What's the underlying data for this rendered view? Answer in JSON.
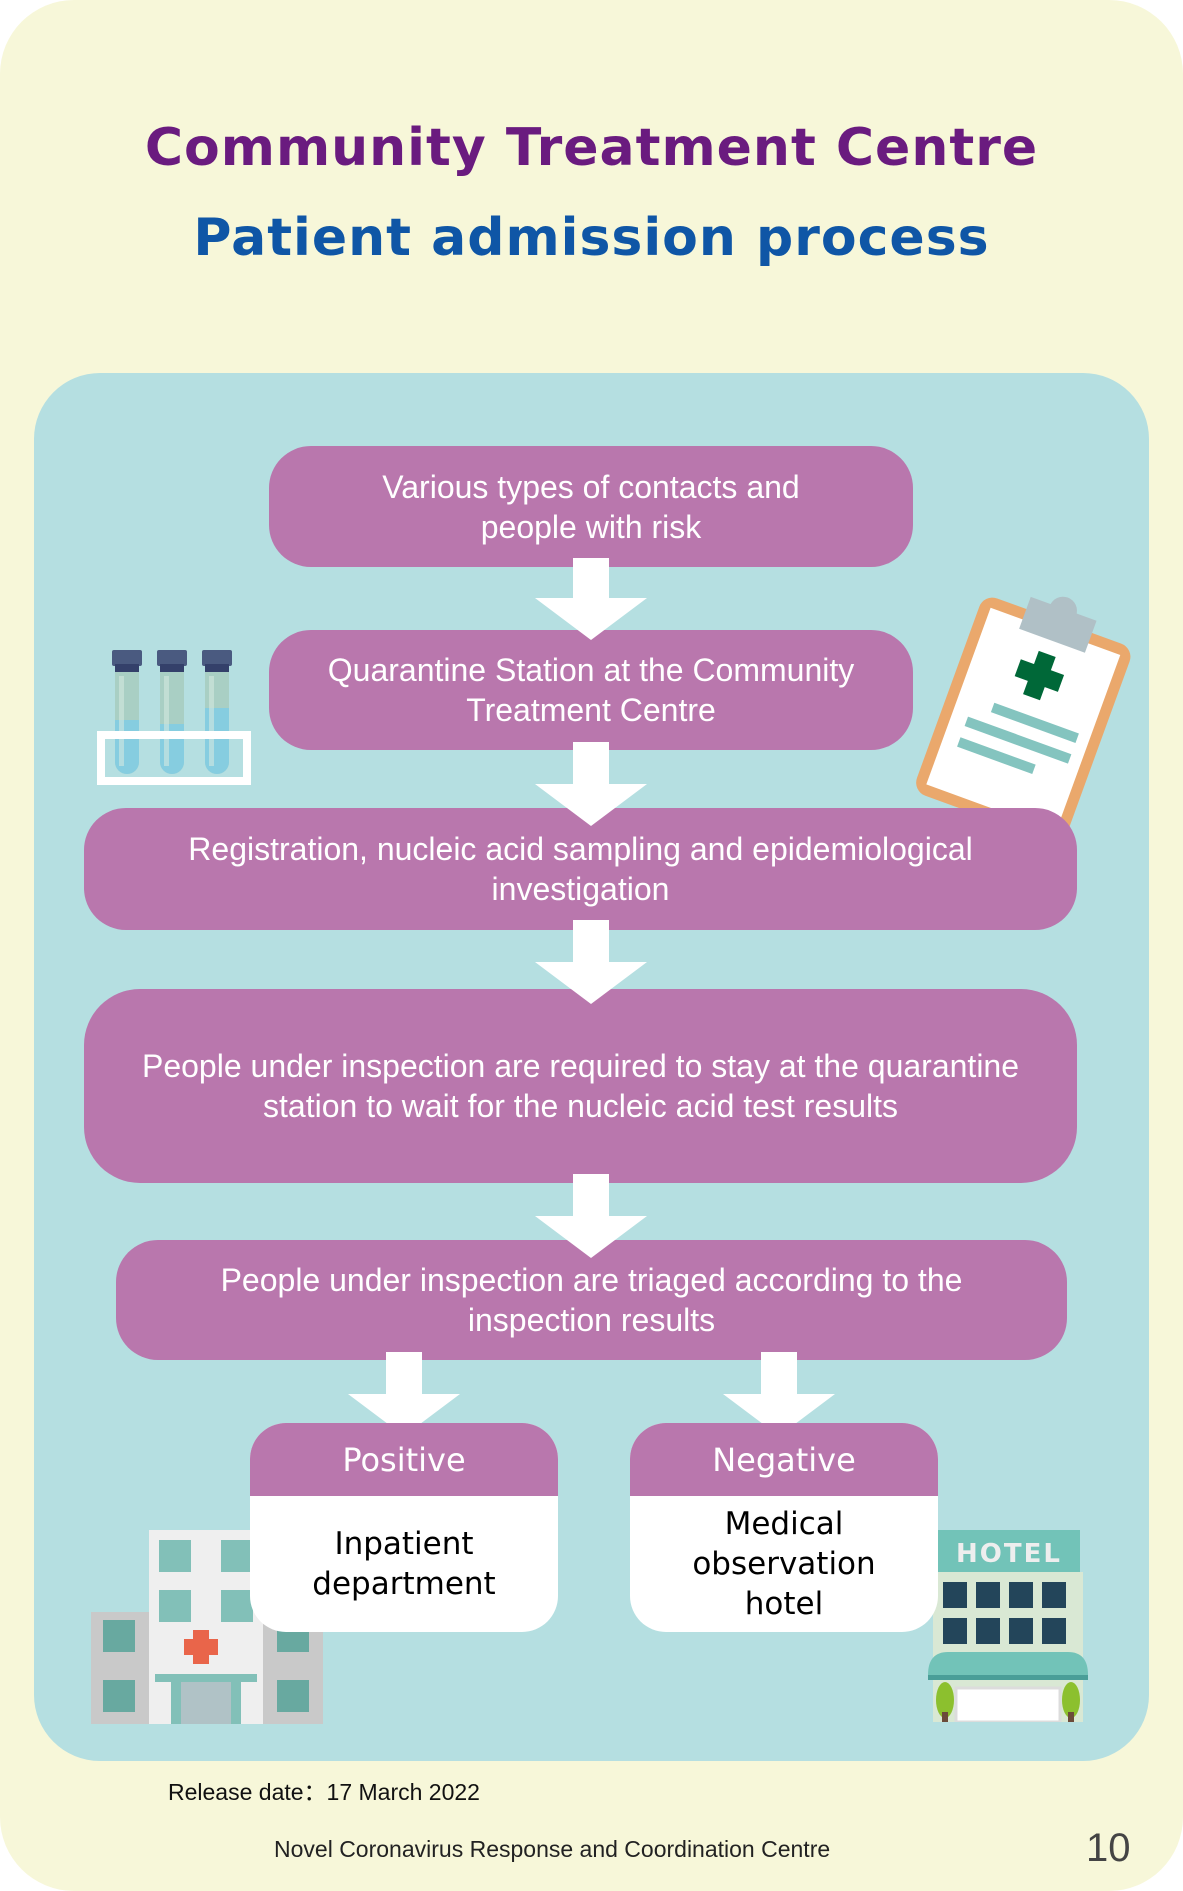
{
  "header": {
    "title": "Community Treatment Centre",
    "subtitle": "Patient admission process"
  },
  "flow": {
    "steps": [
      {
        "label": "Various types of contacts and people with risk"
      },
      {
        "label": "Quarantine Station at the Community Treatment Centre"
      },
      {
        "label": "Registration, nucleic acid sampling and epidemiological investigation"
      },
      {
        "label": "People under inspection are required to stay at the quarantine station to wait for the nucleic acid test results"
      },
      {
        "label": "People under inspection are triaged according to the inspection results"
      }
    ],
    "outcomes": [
      {
        "result": "Positive",
        "destination": "Inpatient department"
      },
      {
        "result": "Negative",
        "destination": "Medical observation hotel"
      }
    ]
  },
  "illustrations": {
    "test_tubes": "test-tubes-icon",
    "clipboard": "medical-clipboard-icon",
    "hospital": "hospital-building-icon",
    "hotel": "hotel-building-icon",
    "hotel_sign": "HOTEL"
  },
  "footer": {
    "release_date": "Release date：17 March 2022",
    "organization": "Novel Coronavirus Response and Coordination Centre",
    "page_number": "10"
  },
  "colors": {
    "background": "#f7f7d9",
    "panel": "#b5dfe1",
    "step_box": "#b977ad",
    "title": "#6a1b7f",
    "subtitle": "#0f56a6"
  }
}
